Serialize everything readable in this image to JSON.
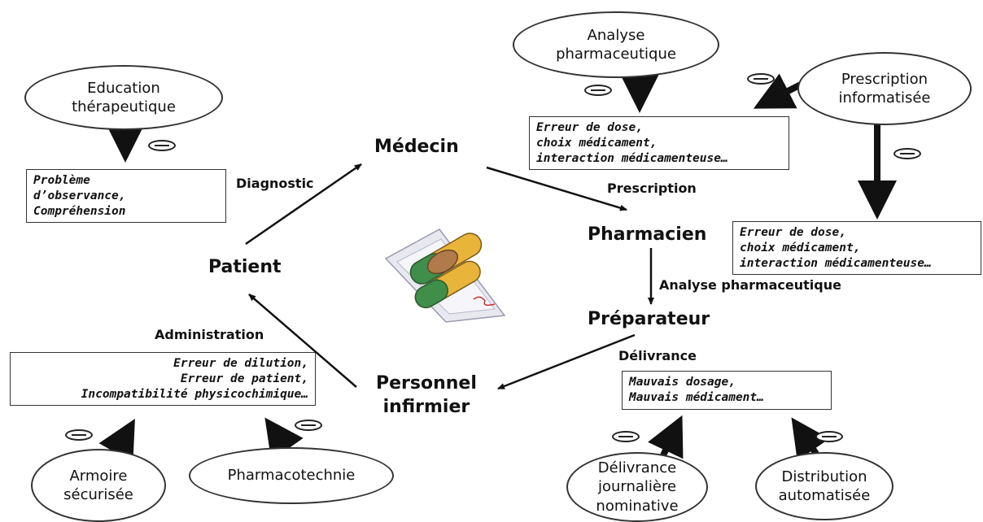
{
  "roles": {
    "medecin": "Médecin",
    "pharmacien": "Pharmacien",
    "preparateur": "Préparateur",
    "personnel": "Personnel\ninfirmier",
    "patient": "Patient"
  },
  "flows": {
    "diagnostic": "Diagnostic",
    "prescription": "Prescription",
    "analyse": "Analyse pharmaceutique",
    "delivrance": "Délivrance",
    "administration": "Administration"
  },
  "errors": {
    "medecin": "Erreur de dose,\nchoix médicament,\ninteraction médicamenteuse…",
    "pharmacien": "Erreur de dose,\nchoix médicament,\ninteraction médicamenteuse…",
    "preparateur": "Mauvais dosage,\nMauvais médicament…",
    "personnel": "Erreur de dilution,\nErreur de patient,\nIncompatibilité physicochimique…",
    "patient": "Problème\nd’observance,\nCompréhension"
  },
  "barriers": {
    "analyse": "Analyse\npharmaceutique",
    "prescription_info": "Prescription\ninformatisée",
    "education": "Education\nthérapeutique",
    "armoire": "Armoire\nsécurisée",
    "pharmacotechnie": "Pharmacotechnie",
    "delivrance_journaliere": "Délivrance\njournalière\nnominative",
    "distribution": "Distribution\nautomatisée"
  },
  "icons": {
    "minus": "minus-icon",
    "center": "pills-icon"
  }
}
